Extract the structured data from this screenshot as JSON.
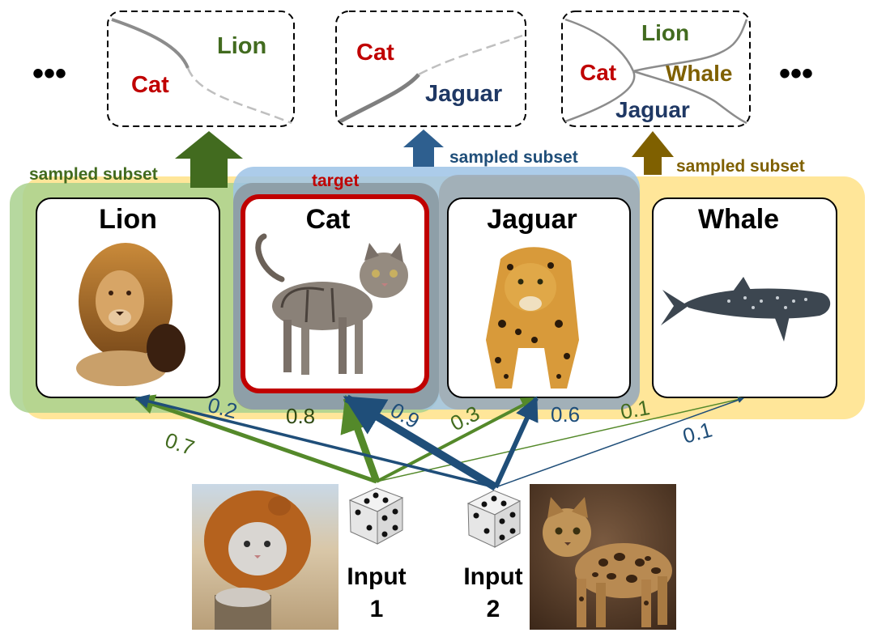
{
  "colors": {
    "green": "#426b1f",
    "green_arrow": "#54892a",
    "blue": "#1f4e79",
    "blue_arrow": "#2e5f8f",
    "gold": "#7f6000",
    "red": "#c00000",
    "navy": "#1f3864",
    "yellow_bg": "#ffe699",
    "green_bg": "#a9d18e",
    "blue_bg": "#9dc3e6",
    "gray_bg": "#8c8c8c"
  },
  "ellipsis": "•••",
  "subset_labels": {
    "green": "sampled subset",
    "blue": "sampled subset",
    "gold": "sampled subset"
  },
  "target_label": "target",
  "classes": [
    "Lion",
    "Cat",
    "Jaguar",
    "Whale"
  ],
  "panels": [
    {
      "labels": [
        "Lion",
        "Cat"
      ]
    },
    {
      "labels": [
        "Cat",
        "Jaguar"
      ]
    },
    {
      "labels": [
        "Lion",
        "Cat",
        "Whale",
        "Jaguar"
      ]
    }
  ],
  "weights": {
    "input1": [
      {
        "to": "Lion",
        "value": "0.7"
      },
      {
        "to": "Cat",
        "value": "0.8"
      },
      {
        "to": "Jaguar",
        "value": "0.3"
      },
      {
        "to": "Whale",
        "value": "0.1"
      }
    ],
    "input2": [
      {
        "to": "Lion",
        "value": "0.2"
      },
      {
        "to": "Cat",
        "value": "0.9"
      },
      {
        "to": "Jaguar",
        "value": "0.6"
      },
      {
        "to": "Whale",
        "value": "0.1"
      }
    ]
  },
  "inputs": [
    {
      "label_line1": "Input",
      "label_line2": "1"
    },
    {
      "label_line1": "Input",
      "label_line2": "2"
    }
  ]
}
